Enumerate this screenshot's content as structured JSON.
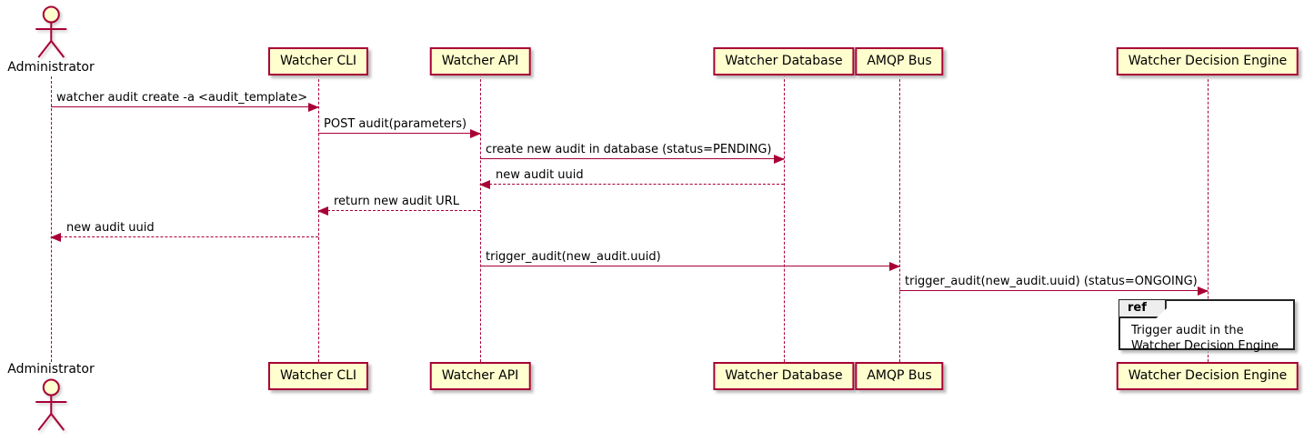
{
  "diagram": {
    "type": "plantuml-sequence",
    "colors": {
      "line": "#A80036",
      "participant_fill": "#FEFECE",
      "participant_border": "#A80036",
      "ref_tab_fill": "#EEEEEE",
      "frame_border": "#232323",
      "text": "#000000"
    },
    "actor": {
      "label": "Administrator"
    },
    "participants": [
      {
        "label": "Watcher CLI"
      },
      {
        "label": "Watcher API"
      },
      {
        "label": "Watcher Database"
      },
      {
        "label": "AMQP Bus"
      },
      {
        "label": "Watcher Decision Engine"
      }
    ],
    "messages": [
      {
        "from": "Administrator",
        "to": "Watcher CLI",
        "style": "solid",
        "label": "watcher audit create -a <audit_template>"
      },
      {
        "from": "Watcher CLI",
        "to": "Watcher API",
        "style": "solid",
        "label": "POST audit(parameters)"
      },
      {
        "from": "Watcher API",
        "to": "Watcher Database",
        "style": "solid",
        "label": "create new audit in database (status=PENDING)"
      },
      {
        "from": "Watcher Database",
        "to": "Watcher API",
        "style": "return",
        "label": "new audit uuid"
      },
      {
        "from": "Watcher API",
        "to": "Watcher CLI",
        "style": "return",
        "label": "return new audit URL"
      },
      {
        "from": "Watcher CLI",
        "to": "Administrator",
        "style": "return",
        "label": "new audit uuid"
      },
      {
        "from": "Watcher API",
        "to": "AMQP Bus",
        "style": "solid",
        "label": "trigger_audit(new_audit.uuid)"
      },
      {
        "from": "AMQP Bus",
        "to": "Watcher Decision Engine",
        "style": "solid",
        "label": "trigger_audit(new_audit.uuid) (status=ONGOING)"
      }
    ],
    "ref": {
      "tag": "ref",
      "lines": [
        "Trigger audit in the",
        "Watcher Decision Engine"
      ]
    }
  }
}
